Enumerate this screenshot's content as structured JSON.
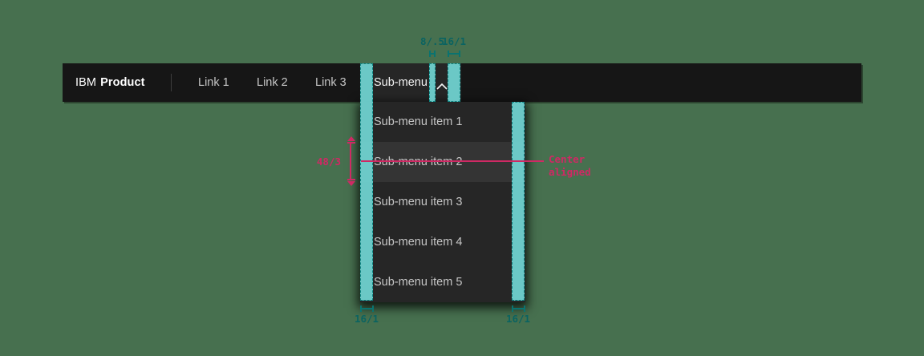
{
  "colors": {
    "backdrop": "#47704F",
    "header_bg": "#161616",
    "menu_bg": "#262626",
    "menu_selected_bg": "#343434",
    "text_primary": "#ffffff",
    "text_secondary": "#c6c6c6",
    "overlay_teal_fill": "#71d5d3",
    "overlay_teal_border": "#0f8583",
    "teal_annotation": "#0a6361",
    "pink_annotation": "#cf2964"
  },
  "header": {
    "brand_prefix": "IBM",
    "brand_name": "Product",
    "links": [
      {
        "label": "Link 1"
      },
      {
        "label": "Link 2"
      },
      {
        "label": "Link 3"
      }
    ],
    "submenu": {
      "label": "Sub-menu",
      "chevron_icon": "chevron-up-icon",
      "state": "expanded"
    }
  },
  "submenu_panel": {
    "items": [
      "Sub-menu item 1",
      "Sub-menu item 2",
      "Sub-menu item 3",
      "Sub-menu item 4",
      "Sub-menu item 5"
    ],
    "selected_item": "Sub-menu item 2"
  },
  "annotations": {
    "top_gap_small": "8/.5",
    "top_gap_large": "16/1",
    "bottom_left_padding": "16/1",
    "bottom_right_padding": "16/1",
    "item_height": "48/3",
    "alignment_line1": "Center",
    "alignment_line2": "aligned"
  }
}
